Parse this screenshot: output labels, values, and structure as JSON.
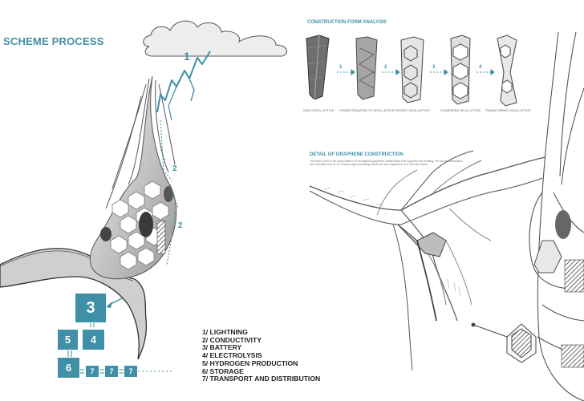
{
  "scheme": {
    "title": "SCHEME PROCESS",
    "labels": [
      "1",
      "2",
      "2"
    ],
    "boxes": [
      "3",
      "4",
      "5",
      "6",
      "7",
      "7",
      "7"
    ]
  },
  "legend": [
    "1/ LIGHTNING",
    "2/ CONDUCTIVITY",
    "3/ BATTERY",
    "4/ ELECTROLYSIS",
    "5/ HYDROGEN PRODUCTION",
    "6/ STORAGE",
    "7/ TRANSPORT AND DISTRIBUTION"
  ],
  "construction": {
    "title": "CONSTRUCTION FORM ANALYSIS",
    "steps": [
      "1",
      "2",
      "3",
      "4"
    ],
    "captions": [
      "DISCLOSED LATTICE",
      "TRANSFORMATION TO HEXA LATTICE",
      "OPENED HEXA LATTICE",
      "CHAMFERED HEXA LATTICE",
      "TRANSFORMED HEXA LATTICE"
    ]
  },
  "detail": {
    "title": "DETAIL OF GRAPHENE CONSTRUCTION",
    "text": "The inner shell of the association is a hexagonal graphene construction that supports the building, the whole association can circulate only as a Faraday cage protecting overhead and organisms from thunder strike."
  },
  "colors": {
    "accent": "#3f8fa6",
    "lightning": "#3f8fa6"
  }
}
